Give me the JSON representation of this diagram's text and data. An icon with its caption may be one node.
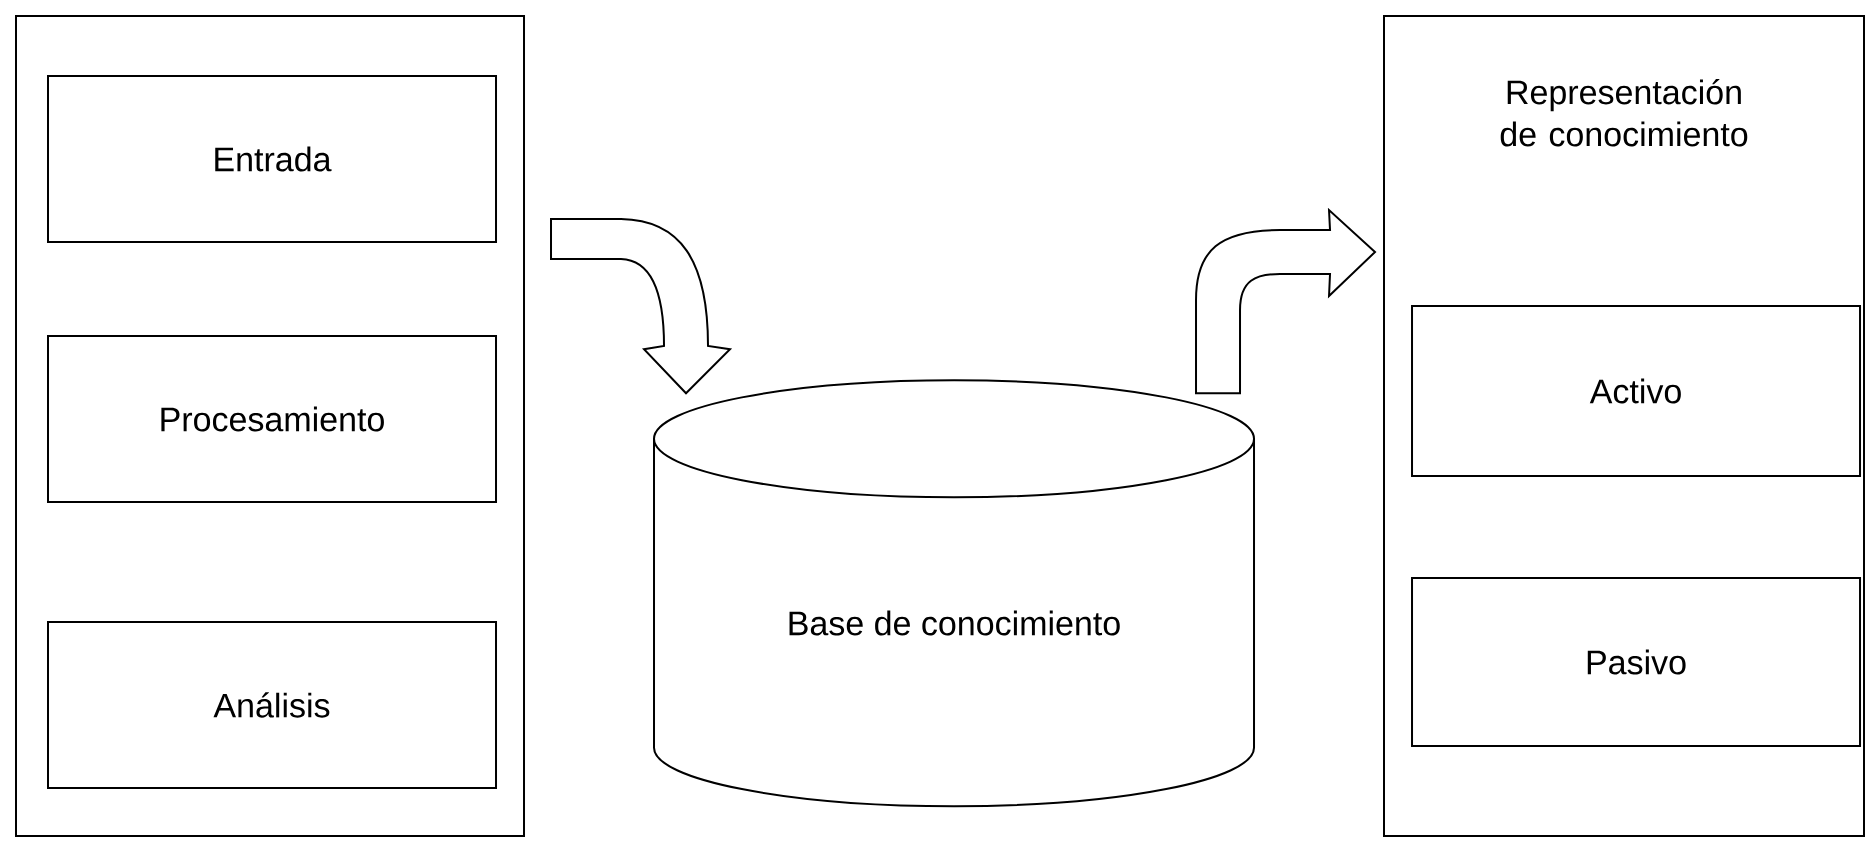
{
  "diagram": {
    "nodes": [
      {
        "text": [],
        "shape": "box"
      },
      {
        "text": [
          "Entrada"
        ],
        "in": 0
      },
      {
        "text": [
          "Procesamiento"
        ],
        "in": 0
      },
      {
        "text": [
          "Análisis"
        ],
        "in": 0
      },
      {
        "text": [
          "Base de conocimiento"
        ]
      },
      {
        "text": [
          "Representación de conocimiento"
        ]
      },
      {
        "text": [
          "Activo"
        ],
        "in": 5
      },
      {
        "text": [
          "Pasivo"
        ],
        "in": 5
      }
    ],
    "edges": [
      {
        "from": 0,
        "to": 4,
        "arrow": "to"
      },
      {
        "from": 4,
        "to": 5,
        "arrow": "to"
      }
    ]
  }
}
